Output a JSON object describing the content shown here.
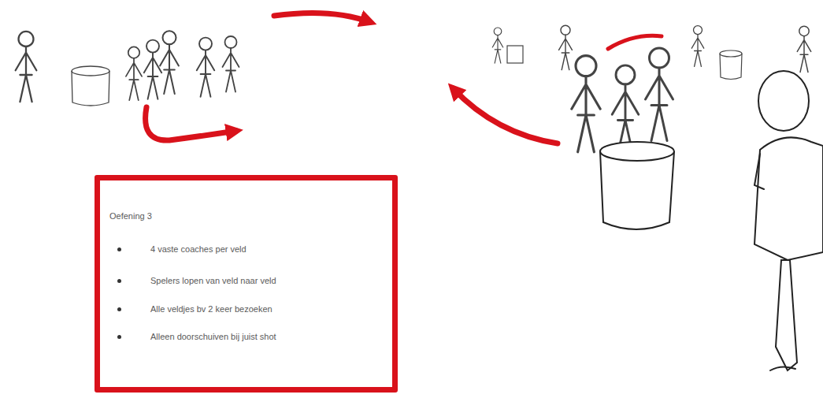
{
  "diagram": {
    "nodes": [
      {
        "text": [
          "Oefening 3",
          "4 vaste coaches per veld",
          "Spelers lopen van veld naar veld",
          "Alle veldjes bv 2 keer bezoeken",
          "Alleen doorschuiven bij juist shot"
        ]
      }
    ]
  }
}
